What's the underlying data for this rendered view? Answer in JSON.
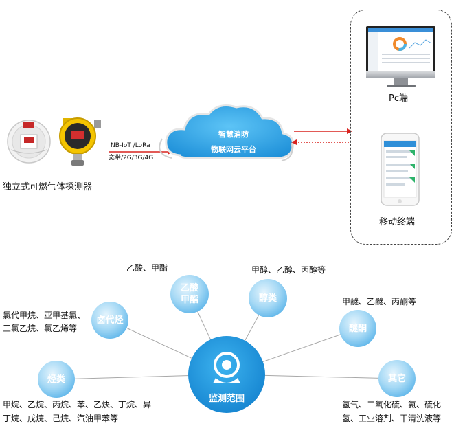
{
  "detector": {
    "label": "独立式可燃气体探测器"
  },
  "link": {
    "top": "NB-IoT /LoRa",
    "bottom": "宽带/2G/3G/4G"
  },
  "cloud": {
    "line1": "智慧消防",
    "line2": "物联网云平台"
  },
  "terminals": {
    "pc": "Pc端",
    "mobile": "移动终端"
  },
  "center": {
    "label": "监测范围"
  },
  "categories": [
    {
      "name1": "乙酸",
      "name2": "甲酯",
      "desc": "乙酸、甲酯"
    },
    {
      "name1": "醇类",
      "name2": "",
      "desc": "甲醇、乙醇、丙醇等"
    },
    {
      "name1": "卤代烃",
      "name2": "",
      "desc1": "氯代甲烷、亚甲基氯、",
      "desc2": "三氯乙烷、氯乙烯等"
    },
    {
      "name1": "醚酮",
      "name2": "",
      "desc": "甲醚、乙醚、丙酮等"
    },
    {
      "name1": "烃类",
      "name2": "",
      "desc1": "甲烷、乙烷、丙烷、苯、乙炔、丁烷、异",
      "desc2": "丁烷、戊烷、己烷、汽油甲苯等"
    },
    {
      "name1": "其它",
      "name2": "",
      "desc1": "氢气、二氧化硫、氨、硫化",
      "desc2": "氢、工业溶剂、干清洗液等"
    }
  ],
  "colors": {
    "accent": "#2aa4e4",
    "bubble_light": "#9fd6f4",
    "arrow": "#d9231f",
    "line": "#a8a8a8"
  }
}
